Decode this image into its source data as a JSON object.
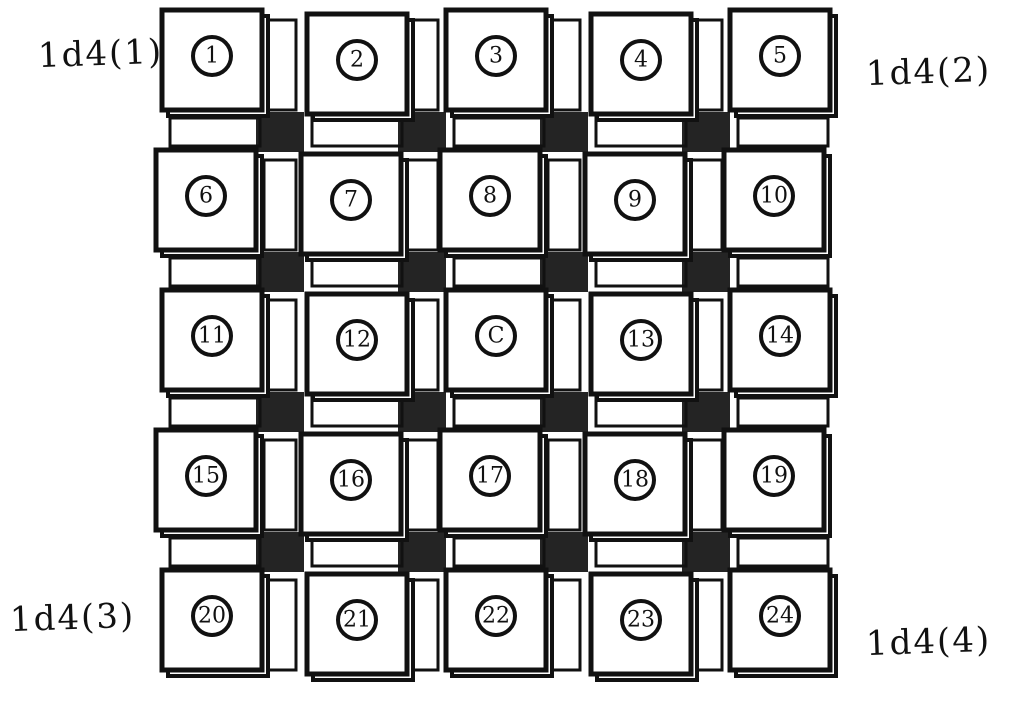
{
  "corner_labels": [
    "1d4(1)",
    "1d4(2)",
    "1d4(3)",
    "1d4(4)"
  ],
  "grid": {
    "rows": 5,
    "cols": 5,
    "cells": [
      "1",
      "2",
      "3",
      "4",
      "5",
      "6",
      "7",
      "8",
      "9",
      "10",
      "11",
      "12",
      "C",
      "13",
      "14",
      "15",
      "16",
      "17",
      "18",
      "19",
      "20",
      "21",
      "22",
      "23",
      "24"
    ]
  },
  "colors": {
    "ink": "#111111",
    "paper": "#ffffff"
  }
}
